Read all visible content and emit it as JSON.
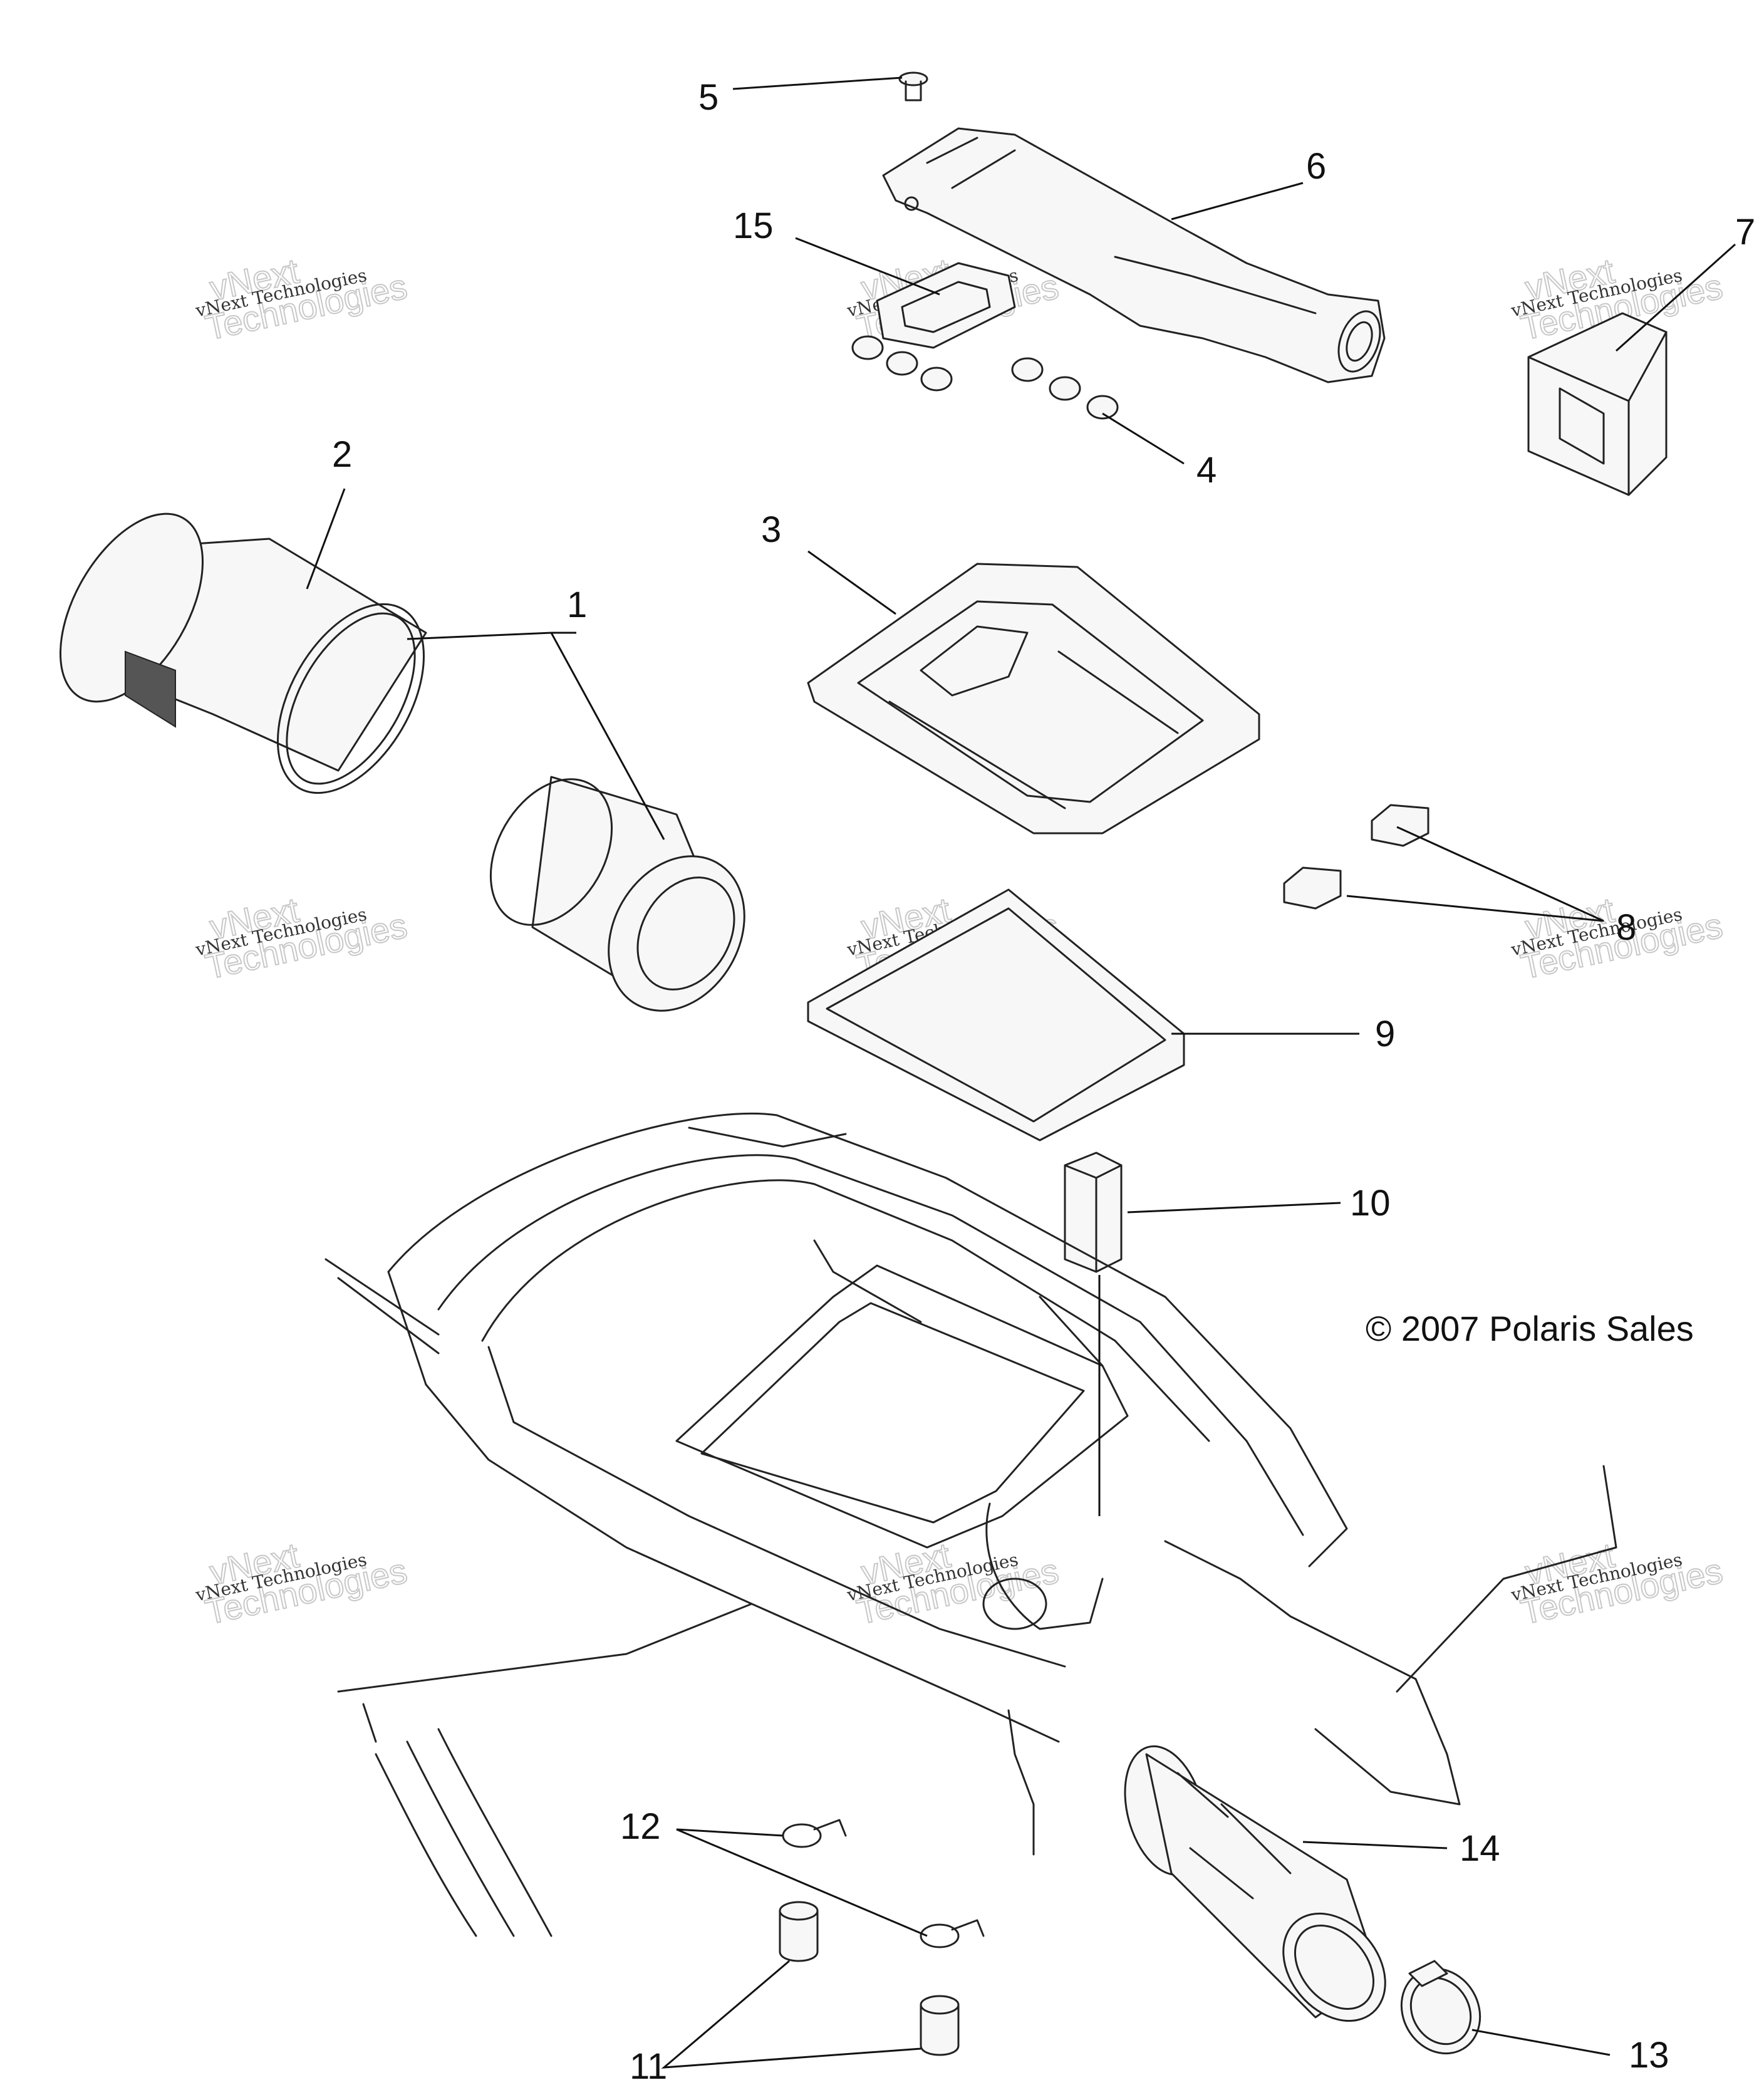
{
  "callouts": [
    "1",
    "2",
    "3",
    "4",
    "5",
    "6",
    "7",
    "8",
    "9",
    "10",
    "11",
    "12",
    "13",
    "14",
    "15"
  ],
  "copyright": "© 2007 Polaris Sales",
  "watermark": {
    "line1": "vNext Technologies",
    "line2": "vNext",
    "line3": "Technologies"
  }
}
